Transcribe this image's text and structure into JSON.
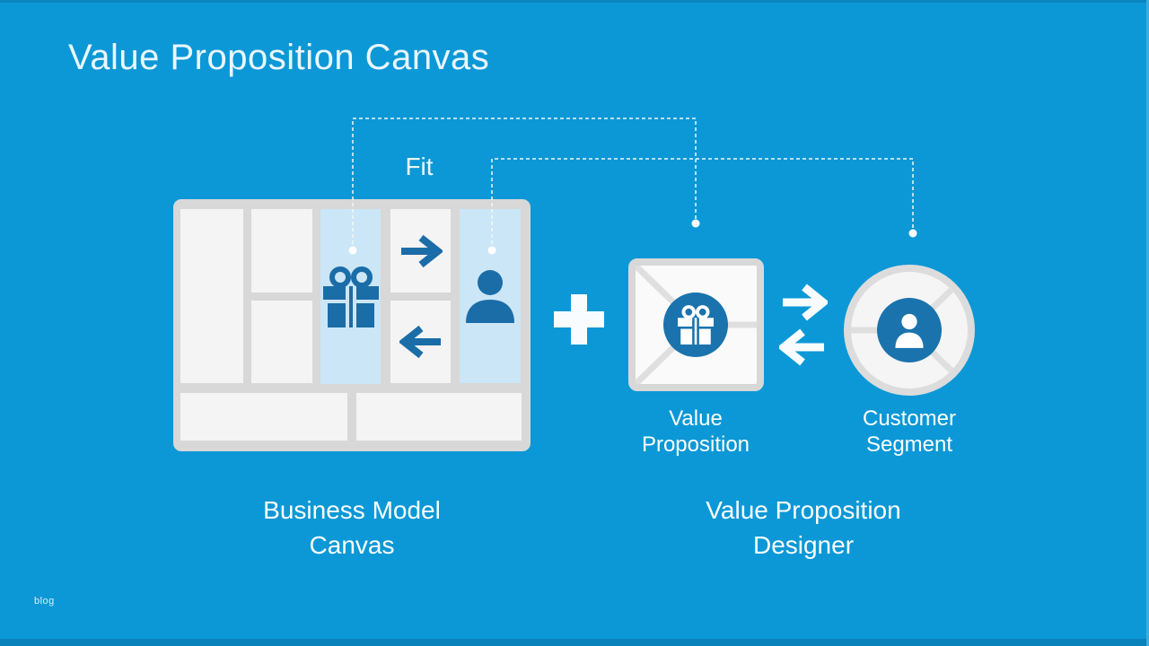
{
  "slide": {
    "title": "Value Proposition Canvas",
    "fit_label": "Fit",
    "watermark": "blog"
  },
  "bmc": {
    "caption_line1": "Business Model",
    "caption_line2": "Canvas"
  },
  "vpd": {
    "caption_line1": "Value Proposition",
    "caption_line2": "Designer"
  },
  "vp": {
    "label_line1": "Value",
    "label_line2": "Proposition"
  },
  "cs": {
    "label_line1": "Customer",
    "label_line2": "Segment"
  },
  "icons": {
    "bmc_value_cell": "gift-icon",
    "bmc_segment_cell": "user-icon",
    "bmc_channels_top": "arrow-right-icon",
    "bmc_channels_bottom": "arrow-left-icon",
    "between_shapes": "plus-icon, arrow-right-icon, arrow-left-icon",
    "vp_badge": "gift-icon",
    "cs_badge": "user-icon"
  },
  "colors": {
    "background": "#0C98D6",
    "edge_strip": "#0981BA",
    "panel_gray": "#D8D8D8",
    "cell_white": "#F4F4F4",
    "highlight_blue": "#CBE6F6",
    "icon_blue": "#1B6DA8",
    "badge_blue": "#1A73AD",
    "text_white": "#FDFEFE"
  }
}
